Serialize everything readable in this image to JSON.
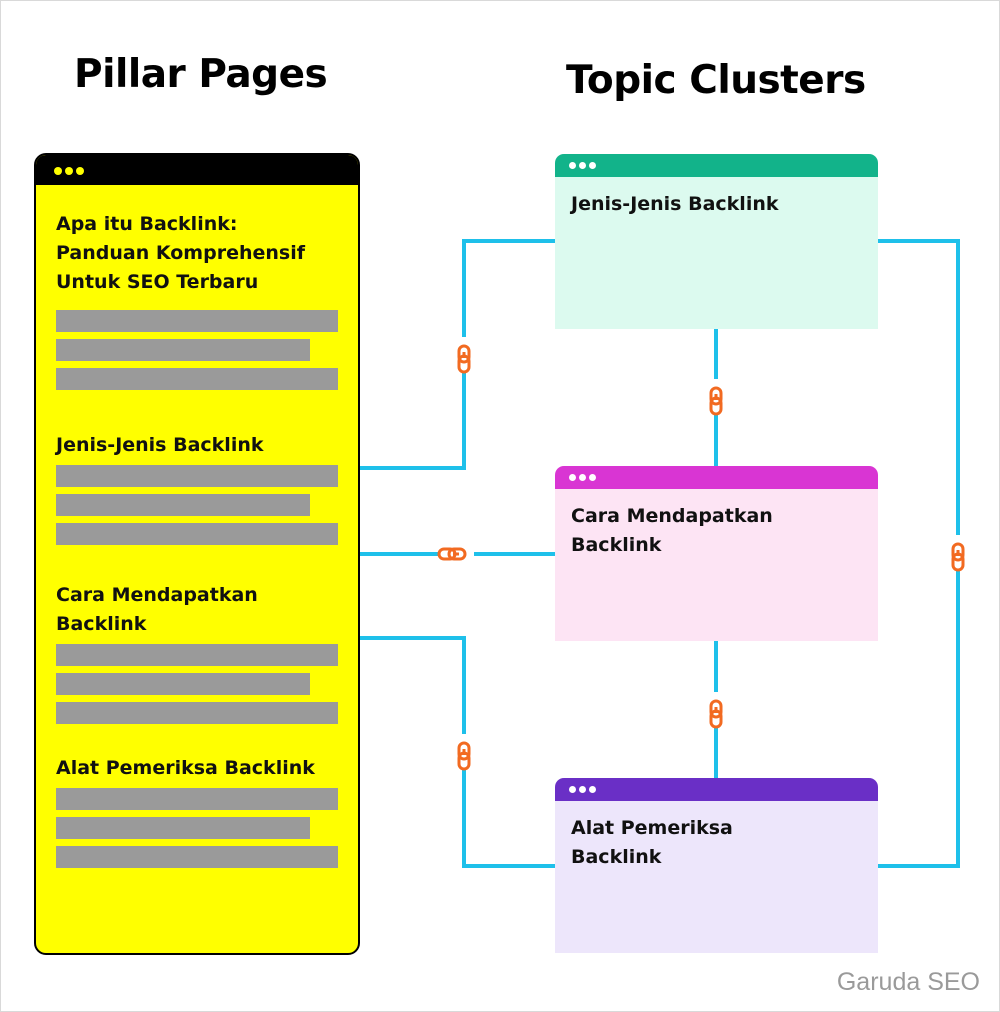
{
  "headings": {
    "pillar": "Pillar Pages",
    "clusters": "Topic Clusters"
  },
  "pillar_page": {
    "sections": [
      {
        "title": [
          "Apa itu Backlink:",
          "Panduan Komprehensif",
          "Untuk SEO Terbaru"
        ]
      },
      {
        "title": [
          "Jenis-Jenis Backlink"
        ]
      },
      {
        "title": [
          "Cara Mendapatkan",
          "Backlink"
        ]
      },
      {
        "title": [
          "Alat Pemeriksa Backlink"
        ]
      }
    ]
  },
  "clusters": [
    {
      "title": [
        "Jenis-Jenis Backlink"
      ]
    },
    {
      "title": [
        "Cara Mendapatkan",
        "Backlink"
      ]
    },
    {
      "title": [
        "Alat Pemeriksa",
        "Backlink"
      ]
    }
  ],
  "colors": {
    "pillar_bg": "#ffff00",
    "connector": "#1ec0ea",
    "link_icon": "#f26a21",
    "cluster_1_bar": "#12b38a",
    "cluster_1_bg": "#dcfaef",
    "cluster_2_bar": "#d935d3",
    "cluster_2_bg": "#fde4f4",
    "cluster_3_bar": "#6a2fc6",
    "cluster_3_bg": "#ede6fb",
    "text_gray_bar": "#9a9a9a"
  },
  "icons": [
    "link-icon",
    "window-dots-icon"
  ],
  "watermark": "Garuda SEO"
}
